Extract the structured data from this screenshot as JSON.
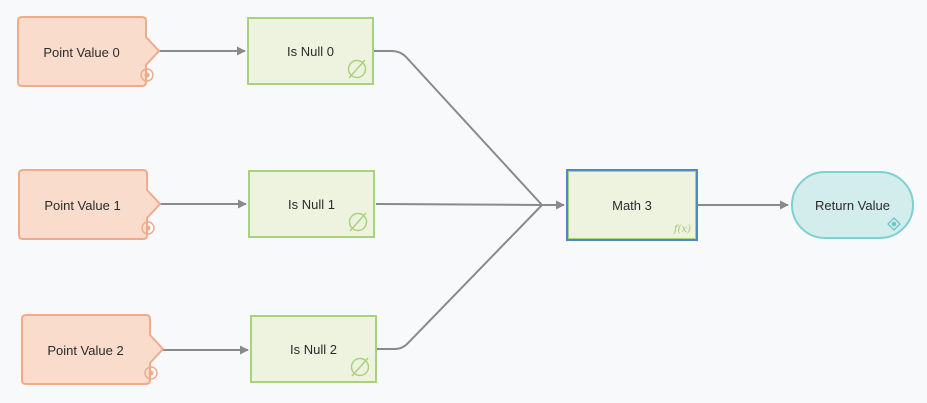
{
  "diagram": {
    "nodes": [
      {
        "id": "pv0",
        "label": "Point Value 0",
        "kind": "input",
        "icon": "target-icon"
      },
      {
        "id": "pv1",
        "label": "Point Value 1",
        "kind": "input",
        "icon": "target-icon"
      },
      {
        "id": "pv2",
        "label": "Point Value 2",
        "kind": "input",
        "icon": "target-icon"
      },
      {
        "id": "isnull0",
        "label": "Is Null 0",
        "kind": "check",
        "icon": "null-icon"
      },
      {
        "id": "isnull1",
        "label": "Is Null 1",
        "kind": "check",
        "icon": "null-icon"
      },
      {
        "id": "isnull2",
        "label": "Is Null 2",
        "kind": "check",
        "icon": "null-icon"
      },
      {
        "id": "math3",
        "label": "Math 3",
        "kind": "function",
        "icon": "fx-icon",
        "icon_text": "f(x)",
        "selected": true
      },
      {
        "id": "ret",
        "label": "Return Value",
        "kind": "output",
        "icon": "return-icon"
      }
    ],
    "edges": [
      {
        "from": "pv0",
        "to": "isnull0"
      },
      {
        "from": "pv1",
        "to": "isnull1"
      },
      {
        "from": "pv2",
        "to": "isnull2"
      },
      {
        "from": "isnull0",
        "to": "math3"
      },
      {
        "from": "isnull1",
        "to": "math3"
      },
      {
        "from": "isnull2",
        "to": "math3"
      },
      {
        "from": "math3",
        "to": "ret"
      }
    ],
    "colors": {
      "input_fill": "#f9dccc",
      "input_border": "#efab8b",
      "check_fill": "#eef3e0",
      "check_border": "#a9d27c",
      "selected_border": "#4f87c9",
      "output_fill": "#d3ecec",
      "output_border": "#7fd0d0",
      "edge": "#8a8a8a",
      "background": "#f8f9fa"
    }
  }
}
